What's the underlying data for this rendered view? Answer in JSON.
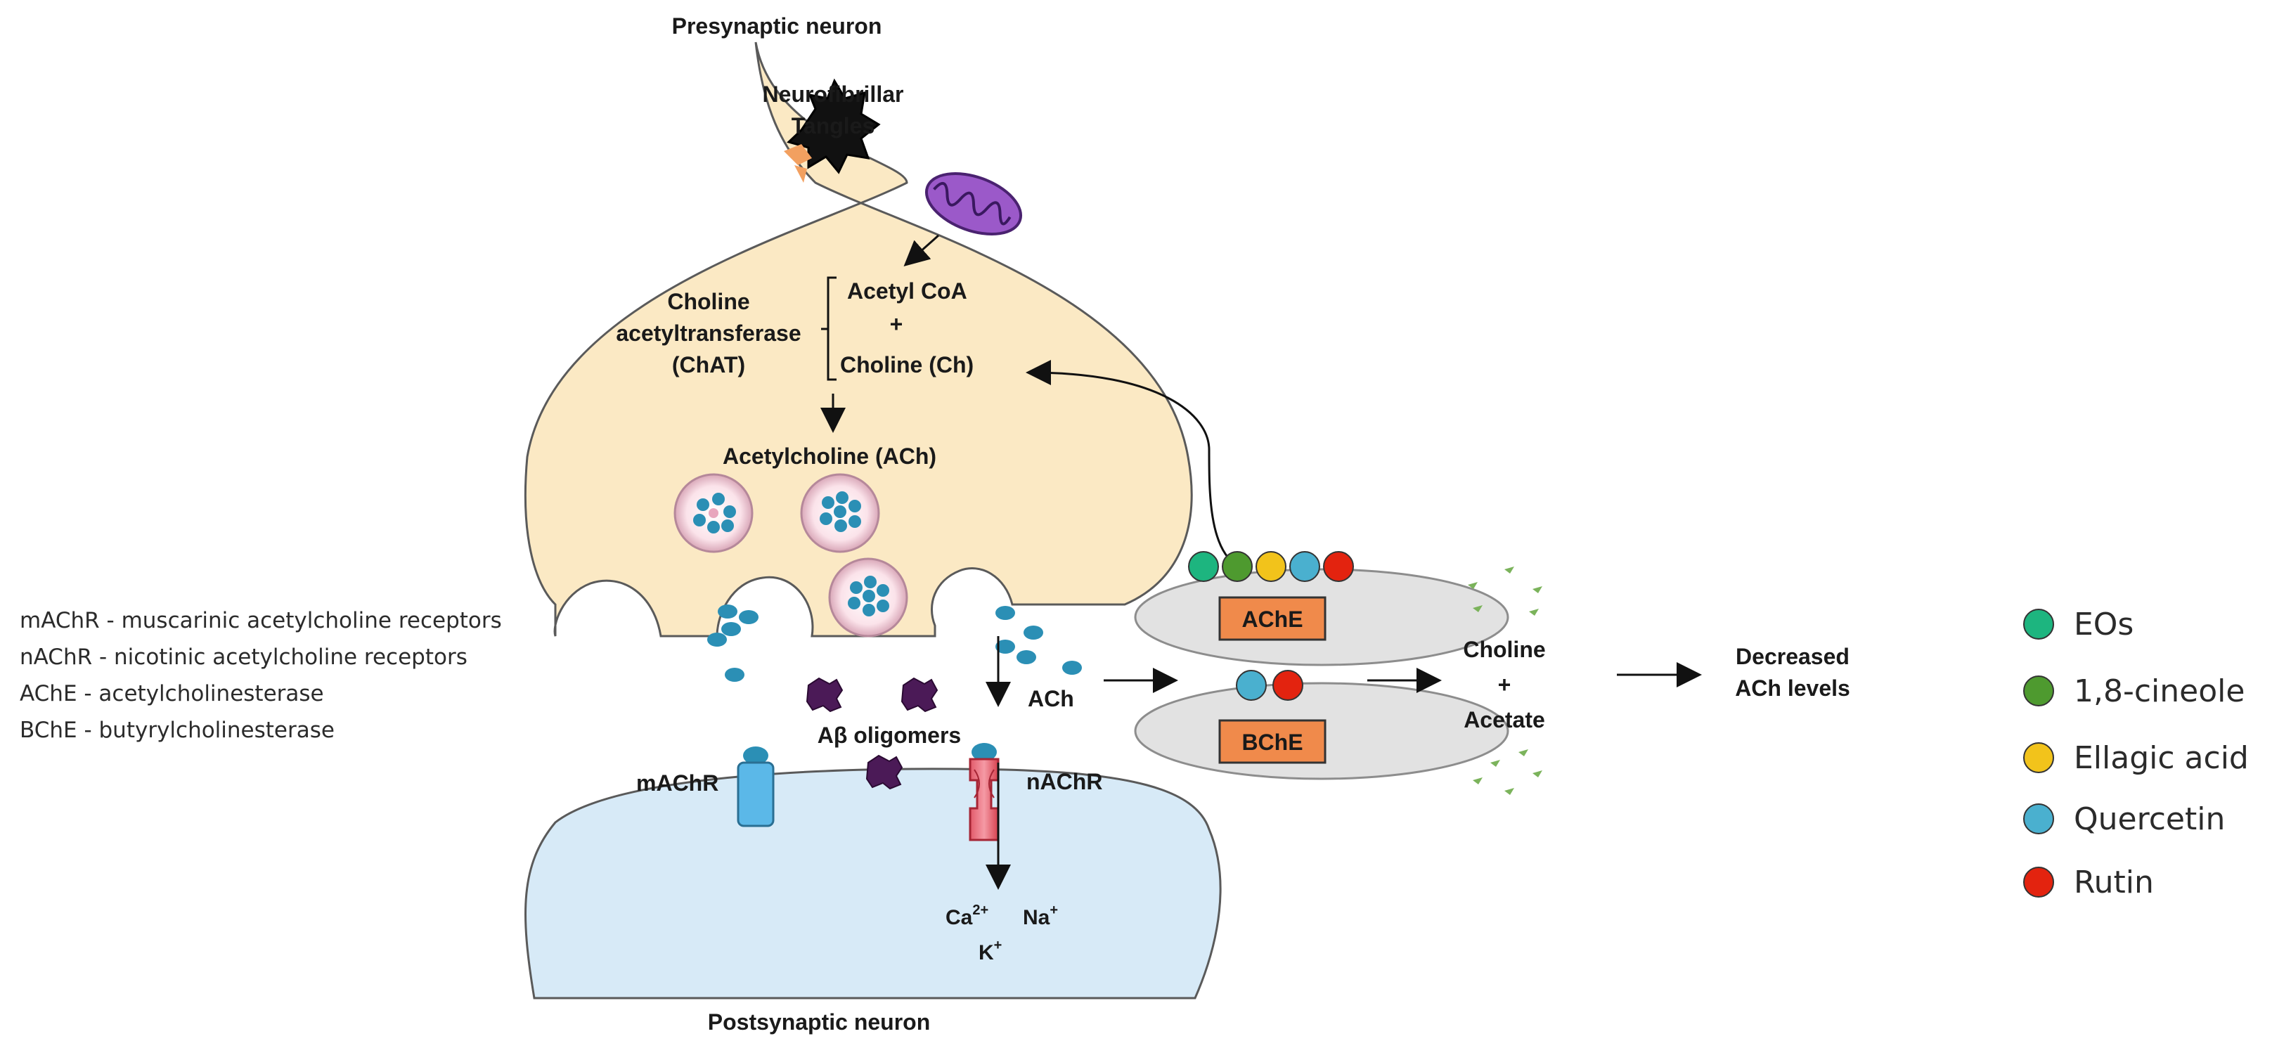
{
  "labels": {
    "presynaptic": "Presynaptic neuron",
    "postsynaptic": "Postsynaptic neuron",
    "tangles_line1": "Neurofibrillar",
    "tangles_line2": "Tangles",
    "chat_line1": "Choline",
    "chat_line2": "acetyltransferase",
    "chat_line3": "(ChAT)",
    "acetyl_coa": "Acetyl CoA",
    "plus": "+",
    "choline_ch": "Choline (Ch)",
    "acetylcholine": "Acetylcholine (ACh)",
    "ach": "ACh",
    "abeta": "Aβ oligomers",
    "machr": "mAChR",
    "nachr": "nAChR",
    "ache": "AChE",
    "bche": "BChE",
    "choline": "Choline",
    "acetate": "Acetate",
    "decreased_line1": "Decreased",
    "decreased_line2": "ACh levels",
    "ca": "Ca",
    "ca_sup": "2+",
    "na": "Na",
    "na_sup": "+",
    "k": "K",
    "k_sup": "+"
  },
  "abbreviations": [
    "mAChR - muscarinic acetylcholine receptors",
    "nAChR - nicotinic acetylcholine  receptors",
    "AChE - acetylcholinesterase",
    "BChE -  butyrylcholinesterase"
  ],
  "legend": [
    {
      "label": "EOs",
      "color": "#1db57f"
    },
    {
      "label": "1,8-cineole",
      "color": "#4e9a2f"
    },
    {
      "label": "Ellagic acid",
      "color": "#f2c31b"
    },
    {
      "label": "Quercetin",
      "color": "#4ab0cf"
    },
    {
      "label": "Rutin",
      "color": "#e3230f"
    }
  ],
  "colors": {
    "presynaptic_fill": "#fbe9c4",
    "postsynaptic_fill": "#d7eaf7",
    "enzyme_box": "#f08a4b",
    "vesicle_dot": "#2b8fb5",
    "ellipse": "#e2e2e2"
  }
}
